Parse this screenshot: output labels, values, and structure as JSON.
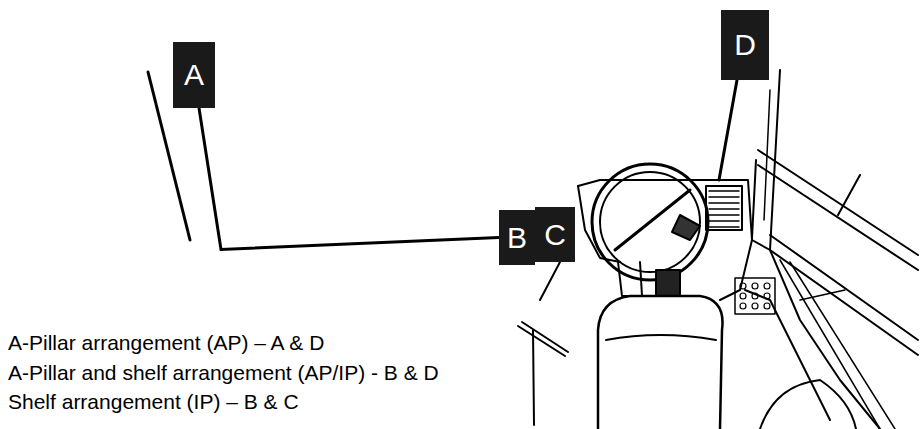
{
  "diagram": {
    "nodes": [
      {
        "text": [
          "A"
        ]
      },
      {
        "text": [
          "B"
        ]
      },
      {
        "text": [
          "C"
        ]
      },
      {
        "text": [
          "D"
        ]
      }
    ],
    "edges": [
      {
        "from": 0,
        "to": 1,
        "arrow": "none"
      }
    ],
    "labels": [
      "A-Pillar arrangement (AP) – A & D",
      "A-Pillar and shelf arrangement (AP/IP) - B & D",
      "Shelf arrangement (IP) – B & C"
    ]
  }
}
